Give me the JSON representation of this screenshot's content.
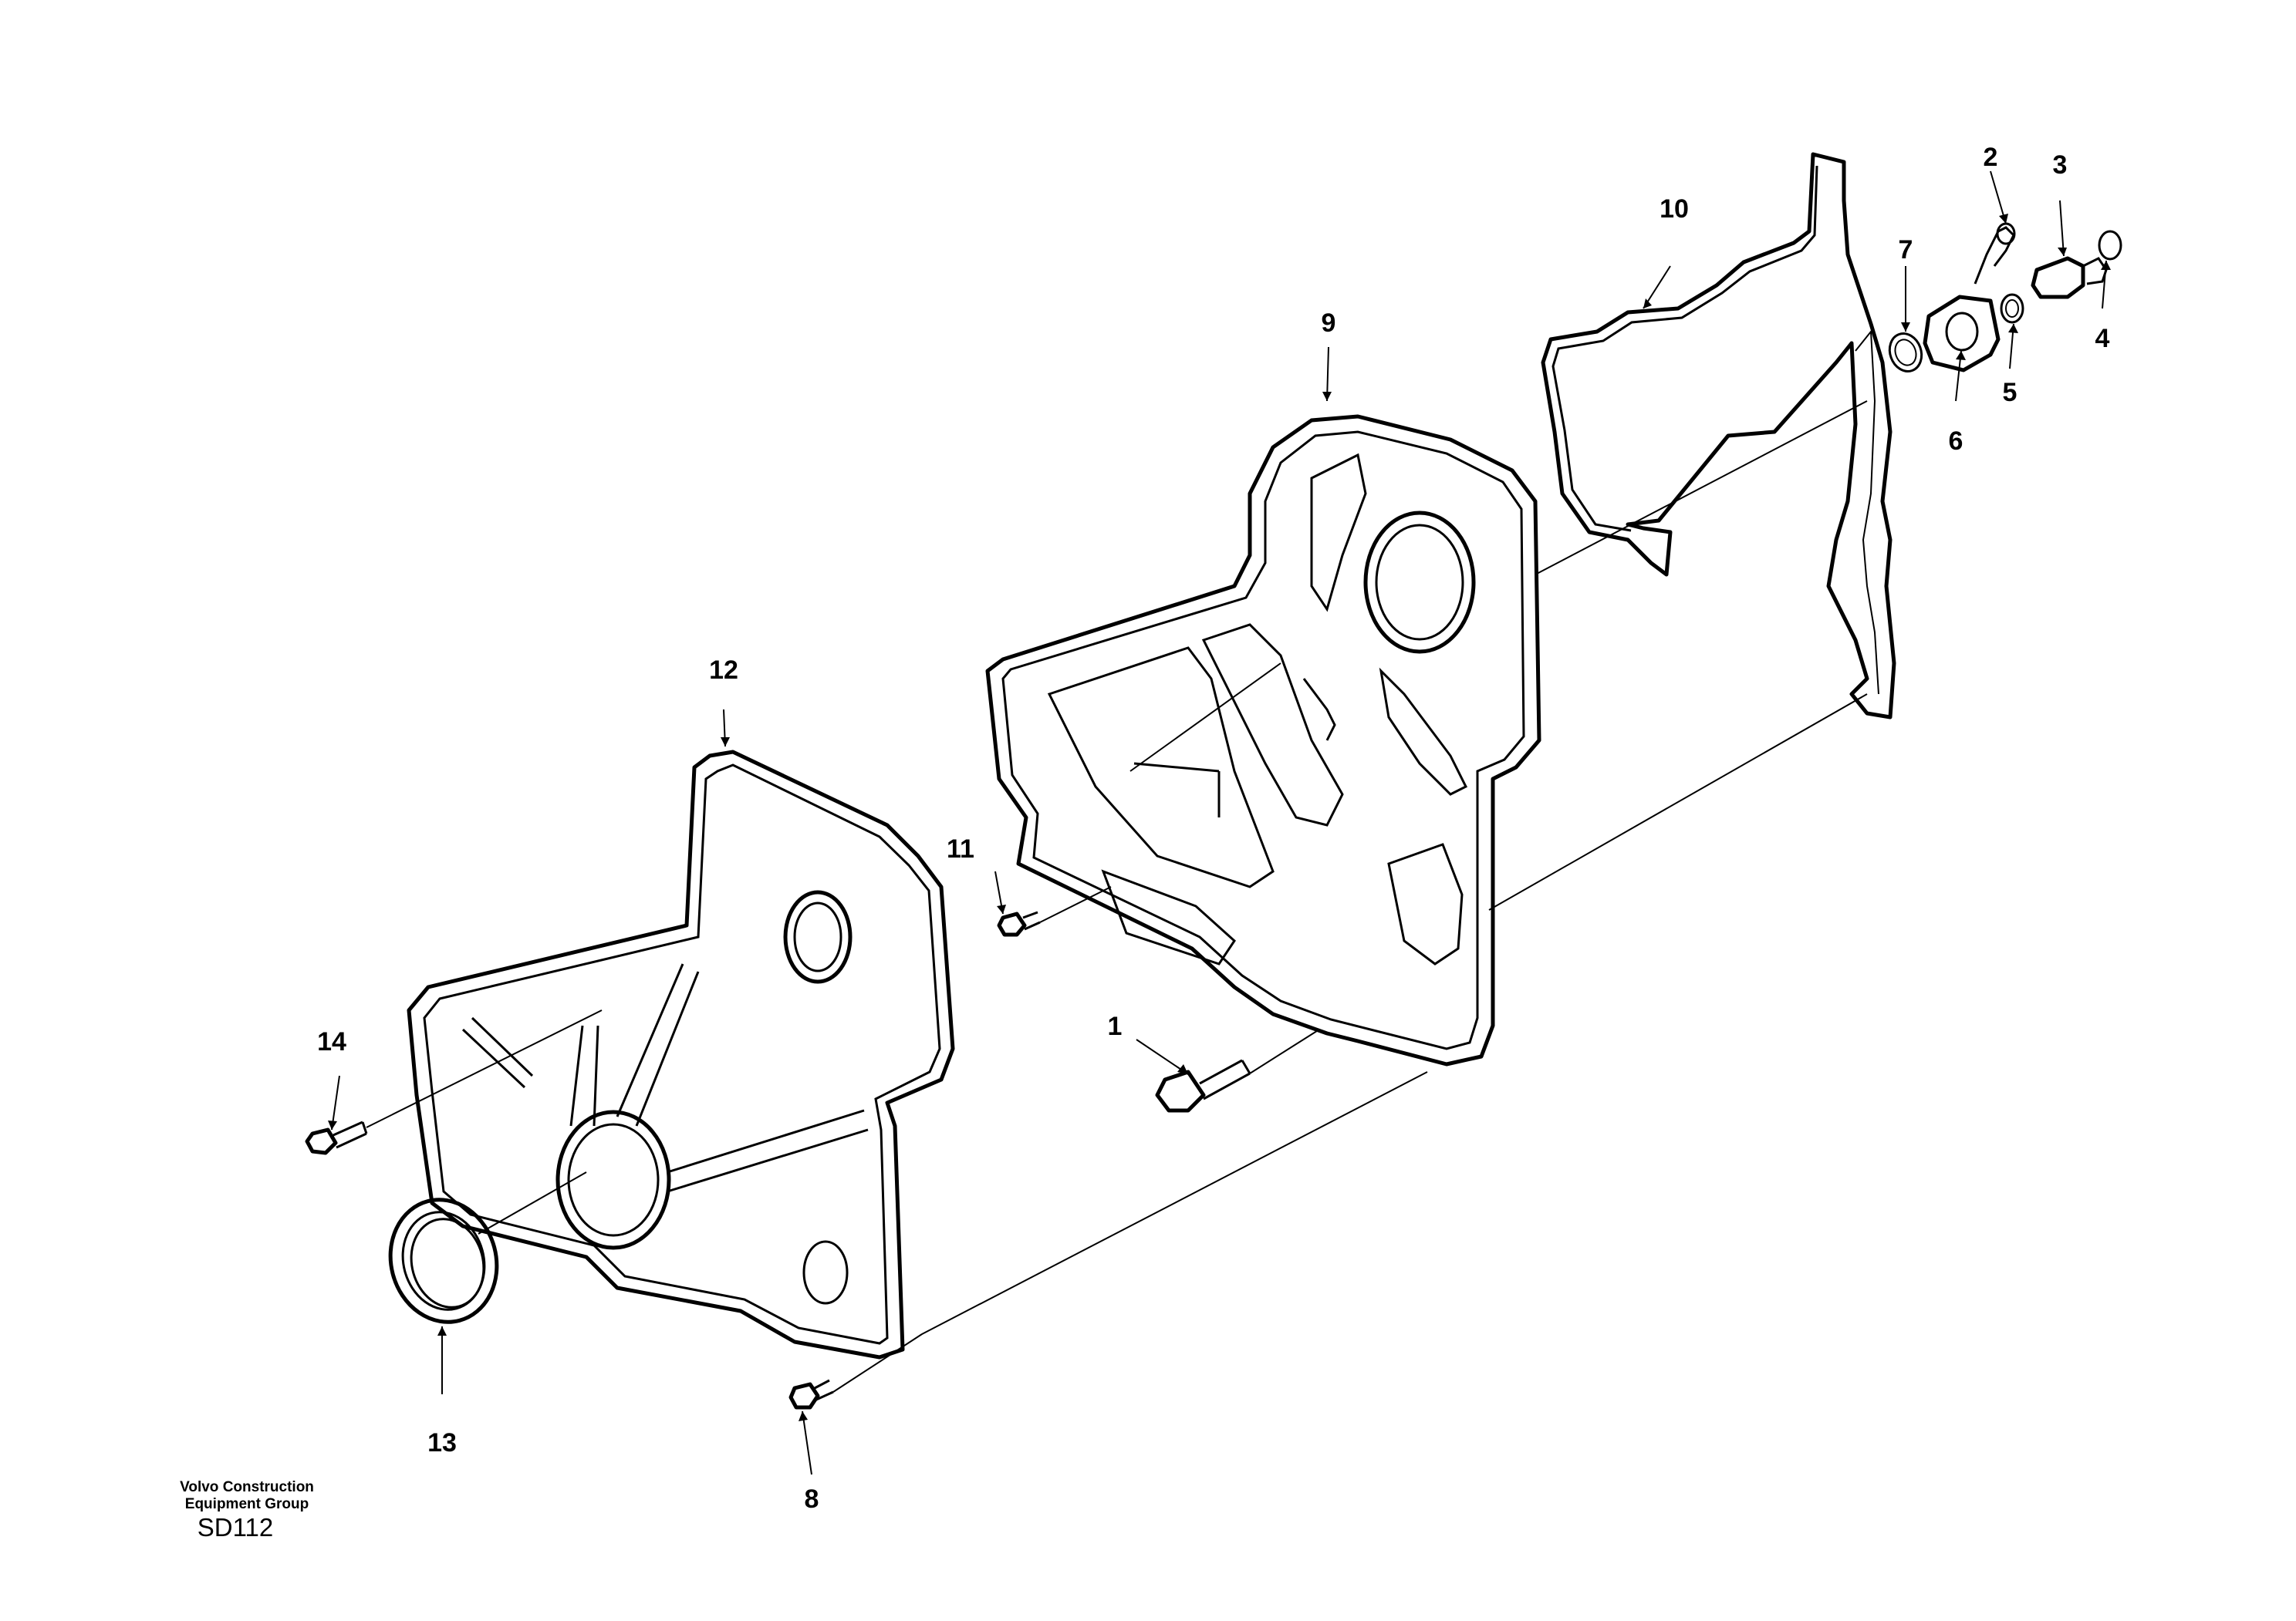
{
  "parts": [
    {
      "number": "1"
    },
    {
      "number": "2"
    },
    {
      "number": "3"
    },
    {
      "number": "4"
    },
    {
      "number": "5"
    },
    {
      "number": "6"
    },
    {
      "number": "7"
    },
    {
      "number": "8"
    },
    {
      "number": "9"
    },
    {
      "number": "10"
    },
    {
      "number": "11"
    },
    {
      "number": "12"
    },
    {
      "number": "13"
    },
    {
      "number": "14"
    }
  ],
  "footer": {
    "company_line1": "Volvo Construction",
    "company_line2": "Equipment Group",
    "sheet_code": "SD112"
  }
}
